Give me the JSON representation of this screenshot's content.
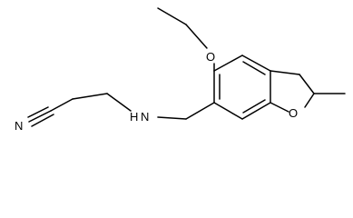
{
  "molecule": {
    "atoms": {
      "nitrile_n": "N",
      "amine_n": "H N",
      "ring_o": "O",
      "ether_o": "O"
    }
  },
  "colors": {
    "bond": "#000000",
    "text": "#000000",
    "background": "#ffffff"
  }
}
